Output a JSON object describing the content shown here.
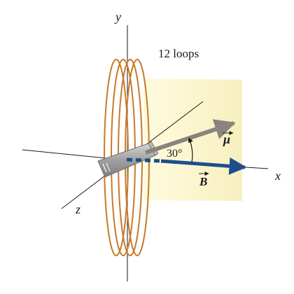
{
  "figure": {
    "labels": {
      "y_axis": "y",
      "x_axis": "x",
      "z_axis": "z",
      "loops": "12 loops",
      "angle": "30°",
      "mu": "μ",
      "B": "B"
    },
    "colors": {
      "coil": "#c77a2a",
      "mu_arrow": "#8a847e",
      "B_arrow": "#1d4e8c",
      "plane_fill": "#f8f2c0",
      "magnet_body": "#a9a9a9",
      "axes": "#1a1a1a"
    },
    "loop_count_drawn": 4,
    "angle_degrees": 30
  }
}
